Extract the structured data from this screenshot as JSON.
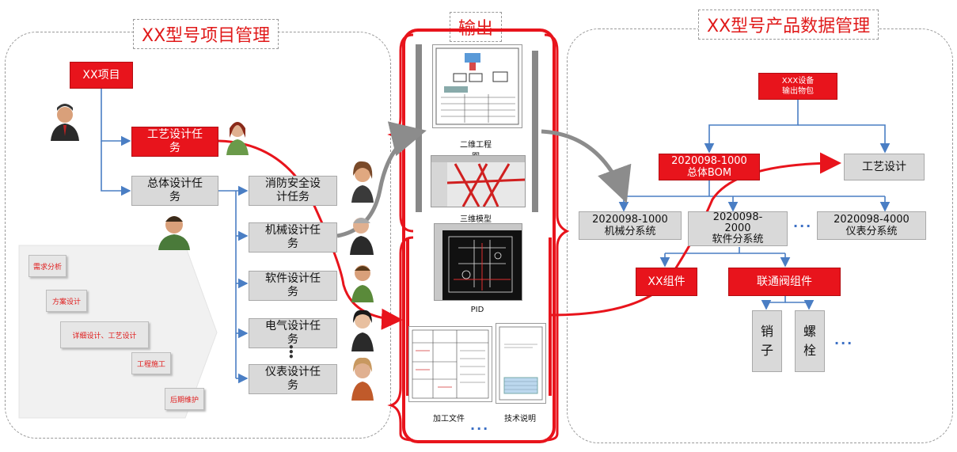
{
  "panels": {
    "project_title": "XX型号项目管理",
    "output_title": "输出",
    "data_title": "XX型号产品数据管理"
  },
  "project": {
    "root": "XX项目",
    "process_task": "工艺设计任\n务",
    "overall_task": "总体设计任\n务",
    "subtasks": [
      "消防安全设\n计任务",
      "机械设计任\n务",
      "软件设计任\n务",
      "电气设计任\n务",
      "仪表设计任\n务"
    ],
    "steps": [
      "需求分析",
      "方案设计",
      "详细设计、工艺设计",
      "工程施工",
      "后期维护"
    ]
  },
  "output": {
    "items": [
      "二维工程\n图",
      "三维模型",
      "PID",
      "加工文件",
      "技术说明"
    ],
    "more": "..."
  },
  "pdm": {
    "root": "XXX设备\n输出物包",
    "bom": "2020098-1000\n总体BOM",
    "process": "工艺设计",
    "subsystems": [
      "2020098-1000\n机械分系统",
      "2020098-\n2000\n软件分系统",
      "2020098-4000\n仪表分系统"
    ],
    "components": [
      "XX组件",
      "联通阀组件"
    ],
    "parts": [
      "销\n子",
      "螺\n栓"
    ],
    "more": "..."
  },
  "colors": {
    "accent_red": "#e8141c",
    "connector_blue": "#4a7ec4",
    "gray_box": "#d9d9d9",
    "flow_gray": "#8c8c8c"
  }
}
